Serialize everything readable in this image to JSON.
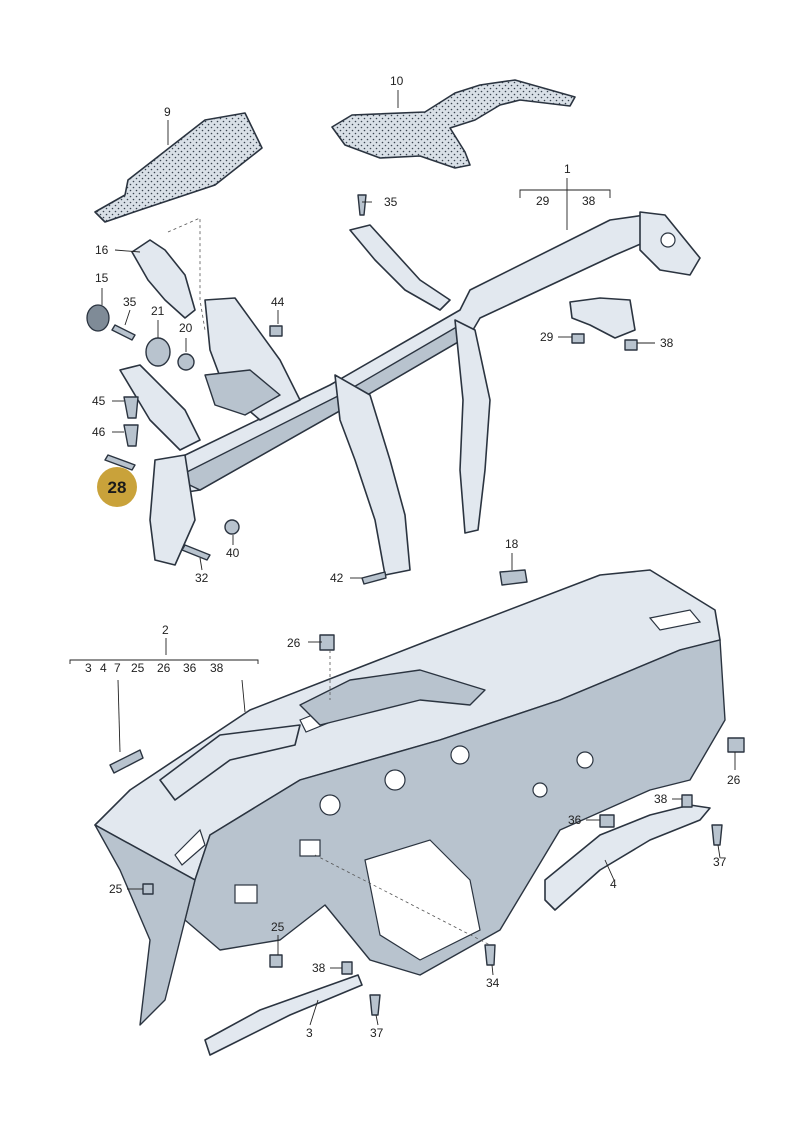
{
  "labels": {
    "p1": "1",
    "p1a": "29",
    "p1b": "38",
    "p2": "2",
    "p2a": "3",
    "p2b": "4",
    "p2c": "7",
    "p2d": "25",
    "p2e": "26",
    "p2f": "36",
    "p2g": "38",
    "p3": "3",
    "p4": "4",
    "p9": "9",
    "p10": "10",
    "p15": "15",
    "p16": "16",
    "p18": "18",
    "p20": "20",
    "p21": "21",
    "p25a": "25",
    "p25b": "25",
    "p26a": "26",
    "p26b": "26",
    "p29": "29",
    "p32": "32",
    "p34": "34",
    "p35a": "35",
    "p35b": "35",
    "p36": "36",
    "p37a": "37",
    "p37b": "37",
    "p38a": "38",
    "p38b": "38",
    "p38c": "38",
    "p40": "40",
    "p42": "42",
    "p44": "44",
    "p45": "45",
    "p46": "46"
  },
  "highlight": "28",
  "colors": {
    "highlight_badge": "#c9a23a",
    "part_fill": "#e2e8ef",
    "line": "#2b3440"
  }
}
